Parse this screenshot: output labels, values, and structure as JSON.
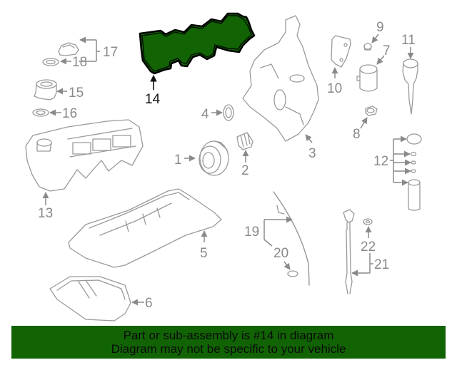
{
  "diagram": {
    "highlight_color": "#116304",
    "highlighted_part": "14",
    "callouts": [
      {
        "id": "1",
        "label": "1"
      },
      {
        "id": "2",
        "label": "2"
      },
      {
        "id": "3",
        "label": "3"
      },
      {
        "id": "4",
        "label": "4"
      },
      {
        "id": "5",
        "label": "5"
      },
      {
        "id": "6",
        "label": "6"
      },
      {
        "id": "7",
        "label": "7"
      },
      {
        "id": "8",
        "label": "8"
      },
      {
        "id": "9",
        "label": "9"
      },
      {
        "id": "10",
        "label": "10"
      },
      {
        "id": "11",
        "label": "11"
      },
      {
        "id": "12",
        "label": "12"
      },
      {
        "id": "13",
        "label": "13"
      },
      {
        "id": "14",
        "label": "14"
      },
      {
        "id": "15",
        "label": "15"
      },
      {
        "id": "16",
        "label": "16"
      },
      {
        "id": "17",
        "label": "17"
      },
      {
        "id": "18",
        "label": "18"
      },
      {
        "id": "19",
        "label": "19"
      },
      {
        "id": "20",
        "label": "20"
      },
      {
        "id": "21",
        "label": "21"
      },
      {
        "id": "22",
        "label": "22"
      }
    ]
  },
  "banner": {
    "line1": "Part or sub-assembly is #14 in diagram",
    "line2": "Diagram may not be specific to your vehicle",
    "background": "#116304"
  }
}
